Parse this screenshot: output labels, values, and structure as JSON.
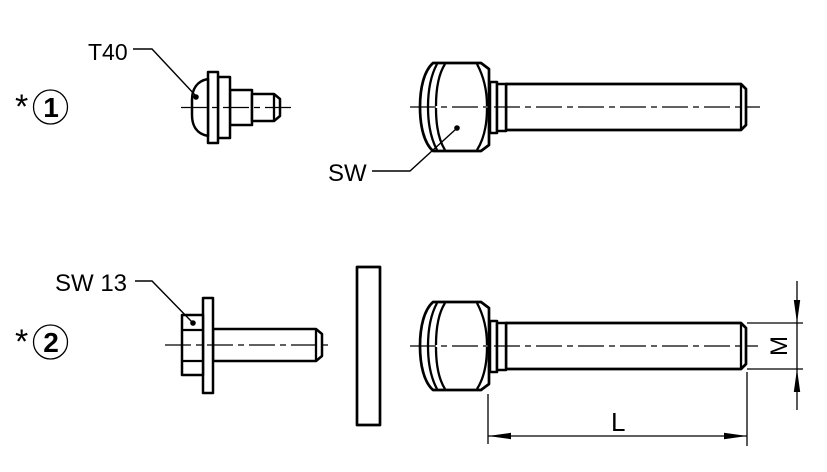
{
  "diagram": {
    "background_color": "#ffffff",
    "line_color": "#000000",
    "item1": {
      "asterisk": "*",
      "number": "1",
      "torx_label": "T40",
      "wrench_label": "SW"
    },
    "item2": {
      "asterisk": "*",
      "number": "2",
      "wrench_label": "SW 13",
      "length_dim_label": "L",
      "thread_dim_label": "M"
    }
  }
}
